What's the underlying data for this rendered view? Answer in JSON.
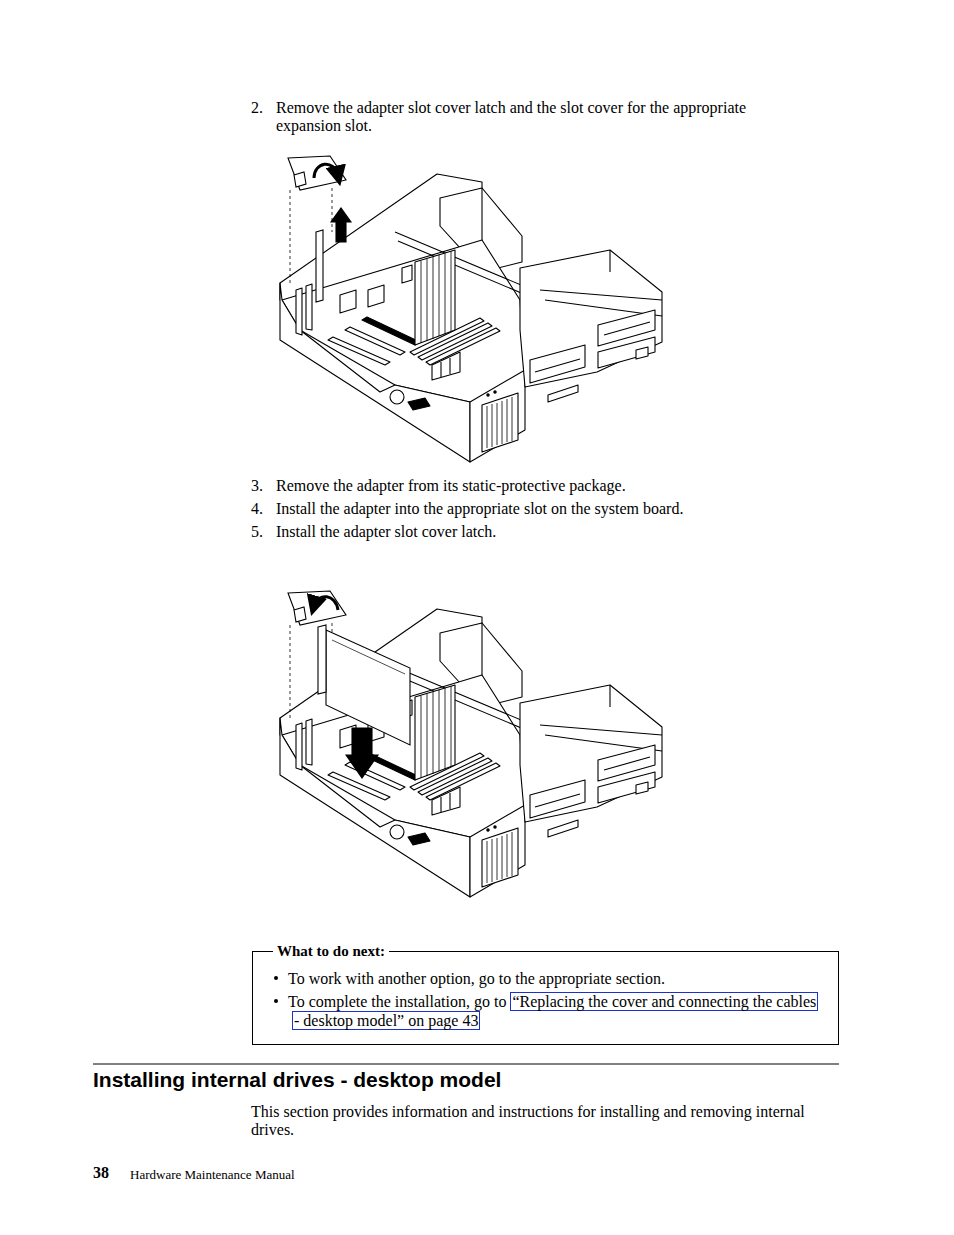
{
  "diagram": {
    "nodes": [
      {
        "text": [
          "What to do next:",
          "To work with another option, go to the appropriate section.",
          "To complete the installation, go to",
          "“Replacing the cover and connecting the cables - desktop model” on page 43"
        ]
      }
    ],
    "labels": [
      "2.",
      "Remove the adapter slot cover latch and the slot cover for the appropriate expansion slot.",
      "3.",
      "Remove the adapter from its static-protective package.",
      "4.",
      "Install the adapter into the appropriate slot on the system board.",
      "5.",
      "Install the adapter slot cover latch.",
      "Installing internal drives - desktop model",
      "This section provides information and instructions for installing and removing internal drives.",
      "38",
      "Hardware Maintenance Manual"
    ]
  }
}
